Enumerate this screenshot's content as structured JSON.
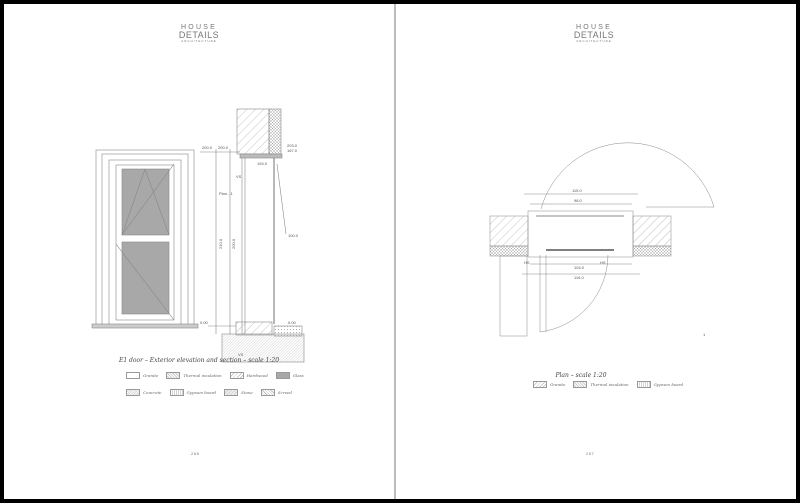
{
  "viewer": {
    "mode": "two-page-spread"
  },
  "left_page": {
    "logo": {
      "line1": "HOUSE",
      "line2": "DETAILS",
      "line3": "ARCHITECTURE"
    },
    "drawing_title": "E1 door – Exterior elevation and section – scale 1:20",
    "dimensions": {
      "top_left": "200.0",
      "top_mid": "200.0",
      "top_right_a": "203.0",
      "top_right_b": "167.0",
      "head": "194.0",
      "handle": "100.0",
      "height_outer": "210.0",
      "height_inner": "200.0",
      "floor_left": "0.00",
      "floor_right": "0.00",
      "plan_ref": "Plan - 1",
      "vs_top": "VS",
      "vs_bottom": "VS"
    },
    "legend": [
      {
        "label": "Granite",
        "pattern": "granite"
      },
      {
        "label": "Thermal insulation",
        "pattern": "insulation"
      },
      {
        "label": "Hardwood",
        "pattern": "hardwood"
      },
      {
        "label": "Glass",
        "pattern": "glass"
      },
      {
        "label": "Concrete",
        "pattern": "concrete"
      },
      {
        "label": "Gypsum board",
        "pattern": "gypsum"
      },
      {
        "label": "Stone",
        "pattern": "stone"
      },
      {
        "label": "Screed",
        "pattern": "screed"
      }
    ],
    "page_number": "266"
  },
  "right_page": {
    "logo": {
      "line1": "HOUSE",
      "line2": "DETAILS",
      "line3": "ARCHITECTURE"
    },
    "drawing_title": "Plan – scale 1:20",
    "dimensions": {
      "outer_top": "115.0",
      "inner_top": "98.0",
      "inner_bottom": "104.0",
      "outer_bottom": "116.0",
      "hs_left": "HS",
      "hs_right": "HS",
      "marker": "1"
    },
    "legend": [
      {
        "label": "Granite",
        "pattern": "granite"
      },
      {
        "label": "Thermal insulation",
        "pattern": "insulation"
      },
      {
        "label": "Gypsum board",
        "pattern": "gypsum"
      }
    ],
    "page_number": "267"
  },
  "colors": {
    "frame": "#000000",
    "page": "#ffffff",
    "gutter": "#bdbdbd",
    "line": "#888888",
    "glass": "#a8a8a8"
  }
}
